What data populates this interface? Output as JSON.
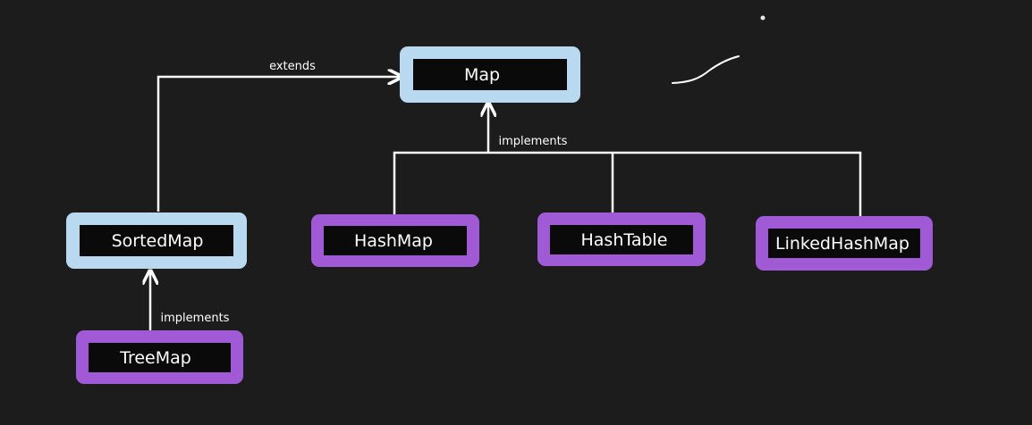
{
  "colors": {
    "background": "#1c1c1c",
    "interface_border": "#b9d9f0",
    "class_border": "#a05ad6",
    "box_fill": "#0a0a0a",
    "line": "#ffffff",
    "text": "#ffffff"
  },
  "nodes": {
    "map": {
      "label": "Map",
      "kind": "interface"
    },
    "sorted_map": {
      "label": "SortedMap",
      "kind": "interface"
    },
    "hash_map": {
      "label": "HashMap",
      "kind": "class"
    },
    "hash_table": {
      "label": "HashTable",
      "kind": "class"
    },
    "linked_hash_map": {
      "label": "LinkedHashMap",
      "kind": "class"
    },
    "tree_map": {
      "label": "TreeMap",
      "kind": "class"
    }
  },
  "edges": {
    "extends_label": "extends",
    "implements_top_label": "implements",
    "implements_bottom_label": "implements"
  }
}
